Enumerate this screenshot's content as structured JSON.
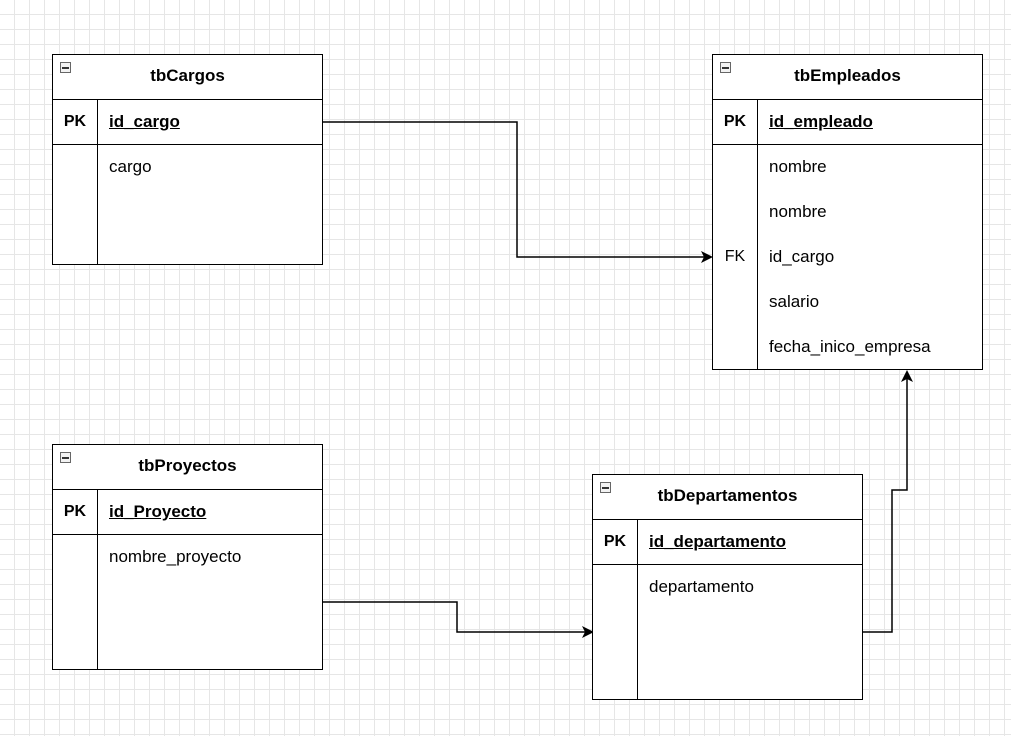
{
  "entities": {
    "cargos": {
      "title": "tbCargos",
      "pk_label": "PK",
      "pk_field": "id_cargo",
      "fields": [
        "cargo"
      ]
    },
    "empleados": {
      "title": "tbEmpleados",
      "pk_label": "PK",
      "pk_field": "id_empleado",
      "fields": [
        "nombre",
        "nombre",
        "id_cargo",
        "salario",
        "fecha_inico_empresa"
      ],
      "fk_label": "FK"
    },
    "proyectos": {
      "title": "tbProyectos",
      "pk_label": "PK",
      "pk_field": "id_Proyecto",
      "fields": [
        "nombre_proyecto"
      ]
    },
    "departamentos": {
      "title": "tbDepartamentos",
      "pk_label": "PK",
      "pk_field": "id_departamento",
      "fields": [
        "departamento"
      ]
    }
  },
  "icons": {
    "collapse": "collapse-icon"
  },
  "colors": {
    "grid": "#e6e6e6",
    "stroke": "#000000",
    "background": "#ffffff"
  }
}
